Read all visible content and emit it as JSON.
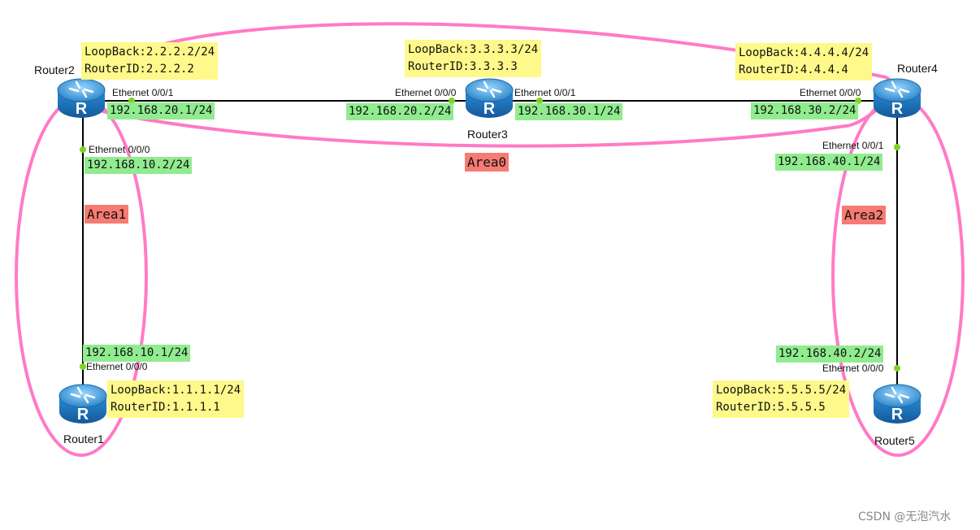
{
  "routers": {
    "r1": {
      "name": "Router1",
      "loopback": "LoopBack:1.1.1.1/24",
      "routerid": "RouterID:1.1.1.1"
    },
    "r2": {
      "name": "Router2",
      "loopback": "LoopBack:2.2.2.2/24",
      "routerid": "RouterID:2.2.2.2"
    },
    "r3": {
      "name": "Router3",
      "loopback": "LoopBack:3.3.3.3/24",
      "routerid": "RouterID:3.3.3.3"
    },
    "r4": {
      "name": "Router4",
      "loopback": "LoopBack:4.4.4.4/24",
      "routerid": "RouterID:4.4.4.4"
    },
    "r5": {
      "name": "Router5",
      "loopback": "LoopBack:5.5.5.5/24",
      "routerid": "RouterID:5.5.5.5"
    }
  },
  "areas": {
    "area0": "Area0",
    "area1": "Area1",
    "area2": "Area2"
  },
  "ports": {
    "r2_e001": "Ethernet 0/0/1",
    "r2_e000": "Ethernet 0/0/0",
    "r3_e000": "Ethernet 0/0/0",
    "r3_e001": "Ethernet 0/0/1",
    "r4_e000": "Ethernet 0/0/0",
    "r4_e001": "Ethernet 0/0/1",
    "r1_e000": "Ethernet 0/0/0",
    "r5_e000": "Ethernet 0/0/0"
  },
  "ips": {
    "r2_e001": "192.168.20.1/24",
    "r3_e000": "192.168.20.2/24",
    "r3_e001": "192.168.30.1/24",
    "r4_e000": "192.168.30.2/24",
    "r2_e000": "192.168.10.2/24",
    "r1_e000": "192.168.10.1/24",
    "r4_e001": "192.168.40.1/24",
    "r5_e000": "192.168.40.2/24"
  },
  "watermark": "CSDN @无泡汽水",
  "colors": {
    "link": "#000000",
    "area_ring": "#ff7ac6",
    "port_dot": "#7ed321",
    "loopback_bg": "#fef98a",
    "ip_bg": "#90ec8f",
    "area_bg": "#f77b73",
    "router_body": "#2b8fd6"
  }
}
